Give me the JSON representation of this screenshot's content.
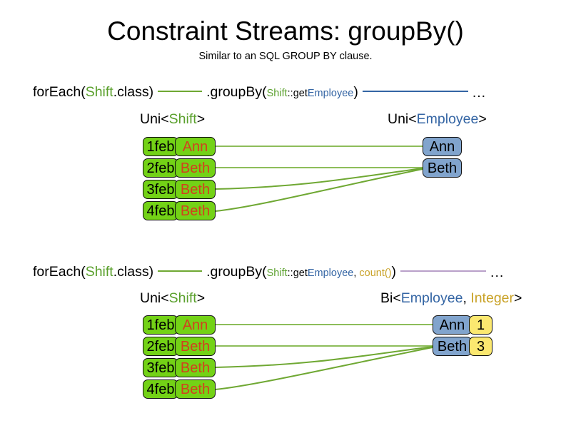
{
  "slide": {
    "title": "Constraint Streams: groupBy()",
    "subtitle": "Similar to an SQL GROUP BY clause."
  },
  "colors": {
    "green_text": "#5aa02c",
    "blue_text": "#3465a4",
    "amber_text": "#c9a227",
    "orange_text": "#d2401e",
    "box_green": "#73d216",
    "box_blue": "#81a4cd",
    "box_yellow": "#fbe870",
    "link_green": "#6fa833",
    "link_blue": "#3465a4",
    "link_purple": "#b9a0c9"
  },
  "sections": [
    {
      "id": "groupby-single",
      "code": {
        "foreach_prefix": "forEach(",
        "foreach_type": "Shift",
        "foreach_suffix": ".class)",
        "connector1_color": "#6fa833",
        "groupby_prefix": ".groupBy(",
        "mapper_type": "Shift",
        "mapper_sep": "::get",
        "mapper_prop": "Employee",
        "groupby_suffix": ")",
        "connector2_color": "#3465a4",
        "ellipsis": "..."
      },
      "left_label": {
        "prefix": "Uni<",
        "type": "Shift",
        "suffix": ">"
      },
      "right_label": {
        "prefix": "Uni<",
        "type": "Employee",
        "suffix": ">"
      },
      "shifts": [
        {
          "date": "1feb",
          "name": "Ann"
        },
        {
          "date": "2feb",
          "name": "Beth"
        },
        {
          "date": "3feb",
          "name": "Beth"
        },
        {
          "date": "4feb",
          "name": "Beth"
        }
      ],
      "groups": [
        {
          "employee": "Ann"
        },
        {
          "employee": "Beth"
        }
      ]
    },
    {
      "id": "groupby-count",
      "code": {
        "foreach_prefix": "forEach(",
        "foreach_type": "Shift",
        "foreach_suffix": ".class)",
        "connector1_color": "#6fa833",
        "groupby_prefix": ".groupBy(",
        "mapper_type": "Shift",
        "mapper_sep": "::get",
        "mapper_prop": "Employee",
        "mapper_comma": ", ",
        "collector": "count()",
        "groupby_suffix": ")",
        "connector2_color": "#b9a0c9",
        "ellipsis": "..."
      },
      "left_label": {
        "prefix": "Uni<",
        "type": "Shift",
        "suffix": ">"
      },
      "right_label": {
        "prefix": "Bi<",
        "type": "Employee",
        "sep": ", ",
        "type2": "Integer",
        "suffix": ">"
      },
      "shifts": [
        {
          "date": "1feb",
          "name": "Ann"
        },
        {
          "date": "2feb",
          "name": "Beth"
        },
        {
          "date": "3feb",
          "name": "Beth"
        },
        {
          "date": "4feb",
          "name": "Beth"
        }
      ],
      "groups": [
        {
          "employee": "Ann",
          "count": "1"
        },
        {
          "employee": "Beth",
          "count": "3"
        }
      ]
    }
  ]
}
